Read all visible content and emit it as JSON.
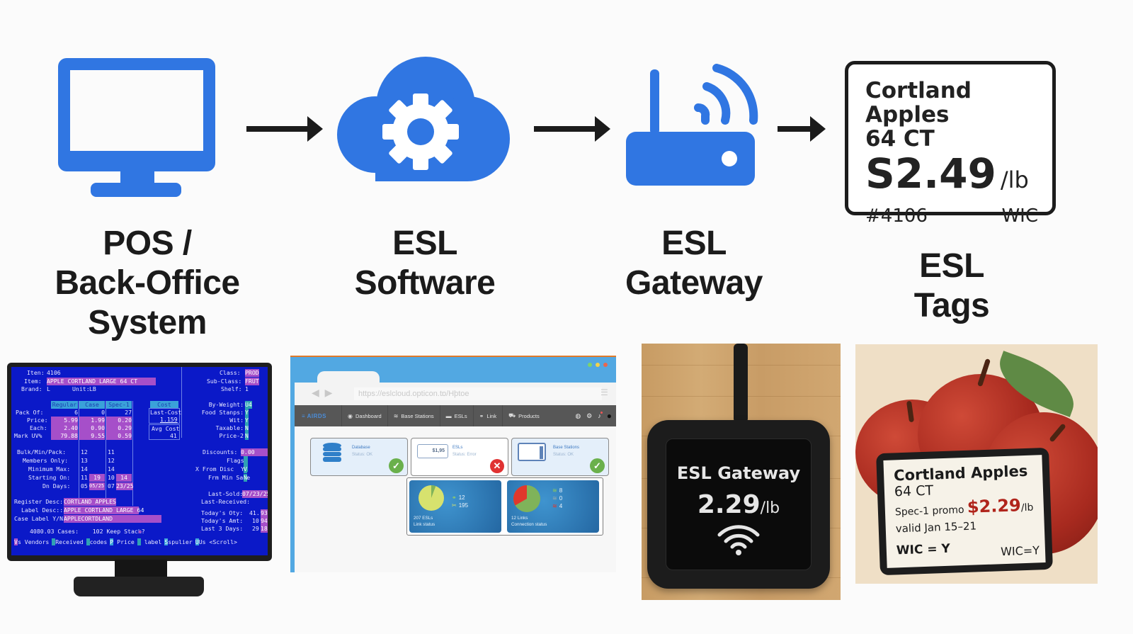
{
  "stages": [
    {
      "id": "pos",
      "label_lines": [
        "POS /",
        "Back-Office",
        "System"
      ],
      "icon": "monitor-icon"
    },
    {
      "id": "software",
      "label_lines": [
        "ESL",
        "Software"
      ],
      "icon": "cloud-gear-icon"
    },
    {
      "id": "gateway",
      "label_lines": [
        "ESL",
        "Gateway"
      ],
      "icon": "router-icon"
    },
    {
      "id": "tags",
      "label_lines": [
        "ESL",
        "Tags"
      ],
      "icon": "price-tag-icon"
    }
  ],
  "colors": {
    "icon_blue": "#3076e2",
    "arrow": "#1b1b1b",
    "pos_bg": "#0b19c8",
    "pos_highlight": "#a64fc9",
    "pos_cyan": "#2fa1b4",
    "promo_red": "#b0241b"
  },
  "top_tag": {
    "name": "Cortland Apples",
    "count": "64 CT",
    "price": "S2.49",
    "unit": "/lb",
    "item_no": "#4106",
    "wic": "WIC"
  },
  "pos_screen": {
    "item_no_label": "Iten:",
    "item_no": "4106",
    "item_label": "Item:",
    "item": "APPLE CORTLAND LARGE 64 CT",
    "brand_label": "Brand:",
    "brand": "L",
    "unit_label": "Unit:",
    "unit": "LB",
    "class_label": "Class:",
    "class": "PROD",
    "subclass_label": "Sub-Class:",
    "subclass": "FRUT",
    "shelf_label": "Shelf:",
    "shelf": "1",
    "price_columns": [
      "Regular",
      "Case",
      "Spec-1"
    ],
    "price_rows": [
      {
        "label": "Pack Of:",
        "values": [
          "6",
          "0",
          "27"
        ]
      },
      {
        "label": "Price:",
        "values": [
          "5.99",
          "1.99",
          "0.20"
        ]
      },
      {
        "label": "Each:",
        "values": [
          "2.40",
          "0.90",
          "0.29"
        ]
      },
      {
        "label": "Mark UV%",
        "values": [
          "79.88",
          "9.55",
          "0.59"
        ]
      }
    ],
    "cost_header": "Cost",
    "last_cost_label": "Last-Cost",
    "last_cost": "1.159",
    "avg_cost_label": "Avg Cost",
    "avg_cost": "41",
    "flags": [
      {
        "label": "By-Weight:",
        "value": "U4"
      },
      {
        "label": "Food Stanps:",
        "value": "Y"
      },
      {
        "label": "Wit:",
        "value": "Y"
      },
      {
        "label": "Taxable:",
        "value": "N"
      },
      {
        "label": "Price-2",
        "value": "N"
      }
    ],
    "bulk_rows": [
      {
        "label": "Bulk/Min/Pack:",
        "a": "12",
        "b": "",
        "c": "11",
        "d": ""
      },
      {
        "label": "Members Only:",
        "a": "13",
        "b": "",
        "c": "12",
        "d": ""
      },
      {
        "label": "Minimum Max:",
        "a": "14",
        "b": "",
        "c": "14",
        "d": ""
      },
      {
        "label": "Starting On:",
        "a": "11",
        "b": "19",
        "c": "10",
        "d": "14"
      },
      {
        "label": "Dn Days:",
        "a": "05",
        "b": "05/25",
        "c": "07",
        "d": "23/25"
      }
    ],
    "discounts_label": "Discounts:",
    "discounts": "0.00",
    "flags_label": "Flags:",
    "xfrom_label": "X From Disc  Y:",
    "xfrom": "V",
    "frmmin_label": "Frm Min Sale",
    "frmmin": "N",
    "last_sold_label": "Last-Sold:",
    "last_sold": "07/23/25",
    "last_received_label": "Last-Received:",
    "register_desc_label": "Register Desc:",
    "register_desc": "CORTLAND APPLES",
    "label_desc_label": "Label Desc::",
    "label_desc": "APPLE CORTLAND LARGE 64",
    "case_label_label": "Case Label Y/N:",
    "case_label": "APPLECORTDLAND",
    "todays_qty_label": "Today's Oty:",
    "todays_qty": "41.",
    "todays_qty_b": "93",
    "todays_amt_label": "Today's Amt:",
    "todays_amt": "10",
    "todays_amt_b": "94",
    "last3_label": "Last 3 Days:",
    "last3": "29",
    "last3_b": "18/",
    "cases_line": "4080.03 Cases:    102 Keep Stack?",
    "fkeys": [
      {
        "key": "V",
        "label": "s Vendors"
      },
      {
        "key": " ",
        "label": "Received"
      },
      {
        "key": " ",
        "label": "codes"
      },
      {
        "key": "P",
        "label": "Price"
      },
      {
        "key": " ",
        "label": "label"
      },
      {
        "key": "S",
        "label": "spulier"
      },
      {
        "key": "U",
        "label": "Us <Scroll>"
      }
    ]
  },
  "esl_software": {
    "url": "https://eslcloud.opticon.tɒ/Hþtoe",
    "brand": "≡ AIRDS",
    "nav": [
      {
        "icon": "dashboard-icon",
        "label": "Dashboard"
      },
      {
        "icon": "wifi-icon",
        "label": "Base Stations"
      },
      {
        "icon": "esl-icon",
        "label": "ESLs"
      },
      {
        "icon": "link-icon",
        "label": "Link"
      },
      {
        "icon": "cart-icon",
        "label": "Products"
      }
    ],
    "cards": [
      {
        "title": "Database",
        "status": "Status: OK",
        "state": "ok"
      },
      {
        "title": "ESLs",
        "status": "Status: Error",
        "state": "error",
        "mini_price": "$1,95"
      },
      {
        "title": "Base Stations",
        "status": "Status: OK",
        "state": "ok"
      }
    ],
    "link_status": {
      "count_label": "207 ESLs",
      "caption": "Link status",
      "linked": 12,
      "unlinked": 195
    },
    "connection_status": {
      "count_label": "12 Links",
      "caption": "Connection status",
      "online": 8,
      "idle": 0,
      "offline": 4
    }
  },
  "gateway_device": {
    "title": "ESL Gateway",
    "price": "2.29",
    "unit": "/lb"
  },
  "shelf_tag": {
    "name": "Cortland Apples",
    "count": "64 CT",
    "promo_label": "Spec-1 promo",
    "price": "$2.29",
    "unit": "/lb",
    "valid": "valid Jan 15–21",
    "wic_left": "WIC = Y",
    "wic_right": "WIC=Y"
  }
}
